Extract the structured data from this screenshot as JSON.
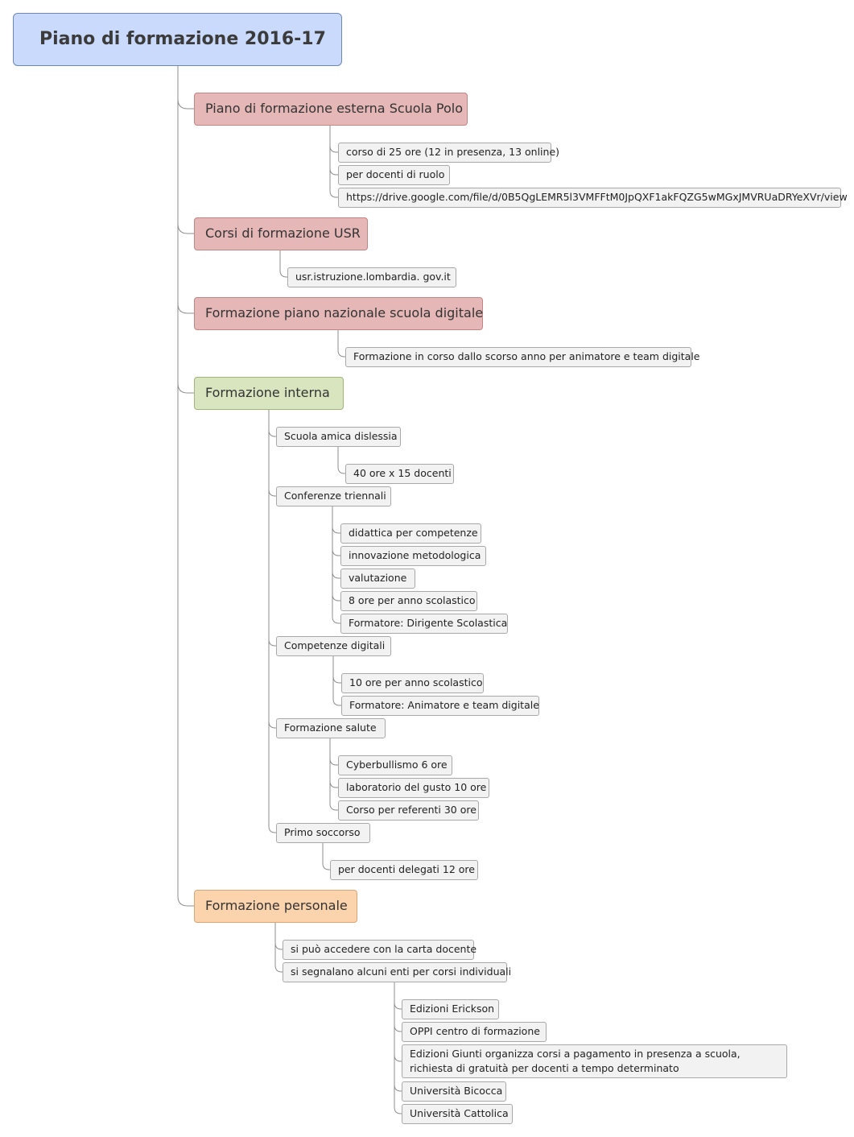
{
  "root": {
    "title": "Piano di formazione 2016-17"
  },
  "branches": {
    "esterna": {
      "label": "Piano di formazione esterna Scuola Polo",
      "items": [
        "corso di 25 ore (12 in presenza, 13 online)",
        "per docenti di ruolo",
        "https://drive.google.com/file/d/0B5QgLEMR5l3VMFFtM0JpQXF1akFQZG5wMGxJMVRUaDRYeXVr/view"
      ]
    },
    "usr": {
      "label": "Corsi di formazione USR",
      "items": [
        "usr.istruzione.lombardia. gov.it"
      ]
    },
    "pnsd": {
      "label": "Formazione piano nazionale scuola digitale",
      "items": [
        "Formazione in corso dallo scorso anno per animatore e team digitale"
      ]
    },
    "interna": {
      "label": "Formazione interna",
      "groups": [
        {
          "label": "Scuola amica dislessia",
          "items": [
            "40 ore x 15 docenti"
          ]
        },
        {
          "label": "Conferenze triennali",
          "items": [
            "didattica per competenze",
            "innovazione metodologica",
            "valutazione",
            "8 ore per anno scolastico",
            "Formatore: Dirigente Scolastica"
          ]
        },
        {
          "label": "Competenze digitali",
          "items": [
            "10 ore per anno scolastico",
            "Formatore: Animatore e team digitale"
          ]
        },
        {
          "label": "Formazione salute",
          "items": [
            "Cyberbullismo 6 ore",
            "laboratorio del gusto 10 ore",
            "Corso per referenti 30 ore"
          ]
        },
        {
          "label": "Primo  soccorso",
          "items": [
            "per docenti delegati 12 ore"
          ]
        }
      ]
    },
    "personale": {
      "label": "Formazione personale",
      "items": [
        "si può accedere con la carta docente",
        "si segnalano alcuni enti per corsi individuali"
      ],
      "enti": [
        "Edizioni Erickson",
        "OPPI centro di formazione",
        "Edizioni Giunti organizza corsi a pagamento  in presenza a scuola, richiesta di gratuità per docenti a tempo determinato",
        "Università Bicocca",
        "Università Cattolica"
      ]
    }
  },
  "colors": {
    "root": "#c9dafc",
    "external": "#e5b7b6",
    "internal": "#d8e5bf",
    "personal": "#fbd3ad",
    "leaf": "#f2f2f2",
    "connector": "#8c8c8c"
  }
}
